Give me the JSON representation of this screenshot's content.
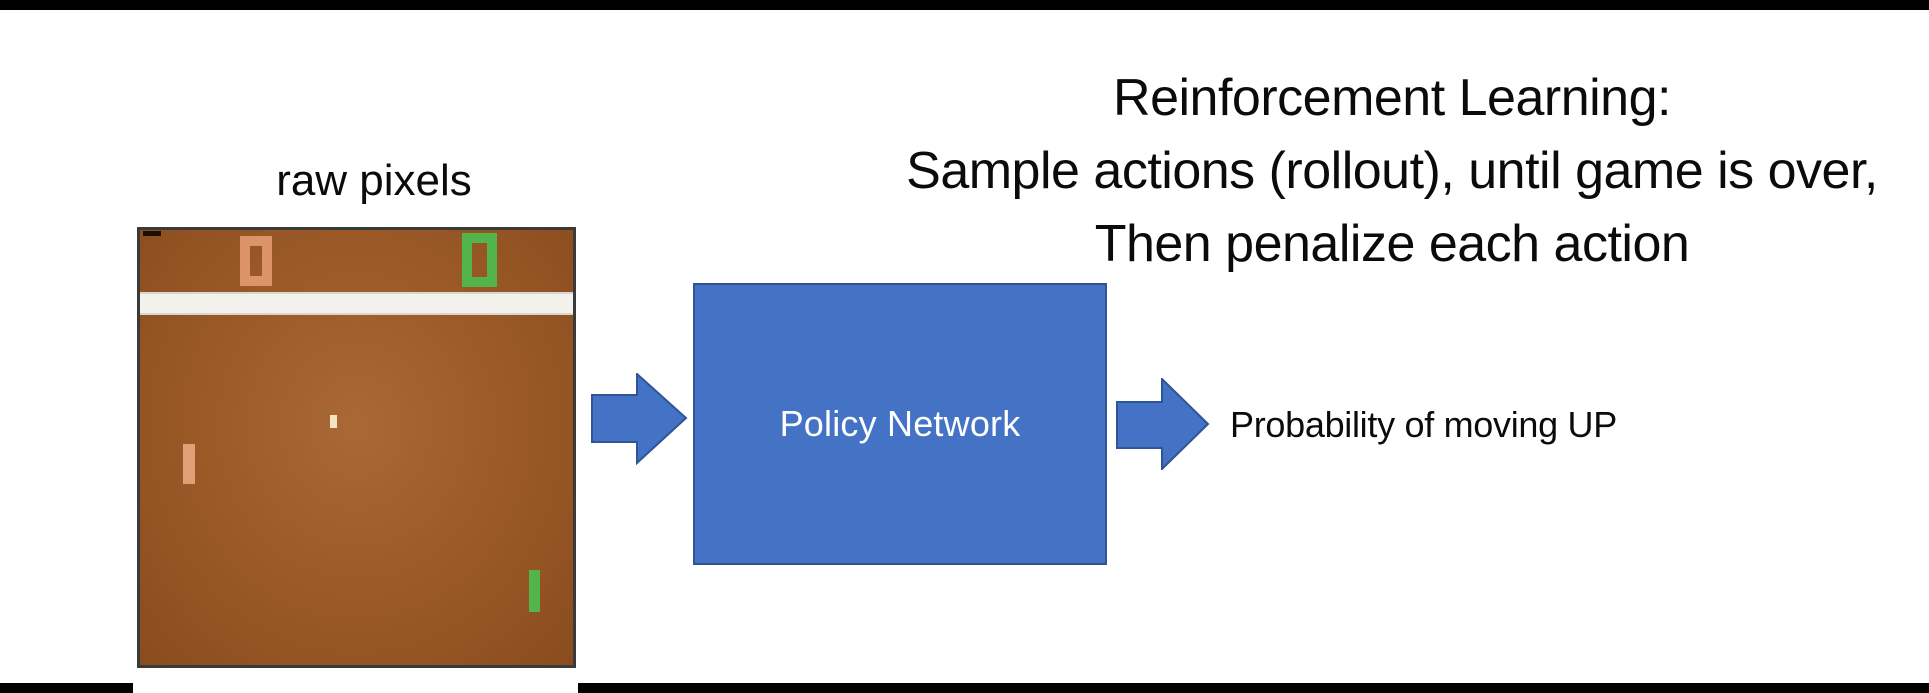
{
  "slide": {
    "title_lines": [
      "Reinforcement Learning:",
      "Sample actions (rollout), until game is over,",
      "Then penalize each action"
    ]
  },
  "pong": {
    "label": "raw pixels",
    "left_score": "0",
    "right_score": "0"
  },
  "pipeline": {
    "policy_box_label": "Policy Network",
    "output_label": "Probability of moving UP"
  },
  "colors": {
    "accent-blue": "#4472c4",
    "accent-blue-border": "#2f5597",
    "field-brown": "#9c5a28",
    "field-brown-light": "#aa6836",
    "field-brown-dark": "#8a4c1e",
    "score-orange": "#dd9368",
    "paddle-orange": "#dfa077",
    "paddle-green": "#53b44c",
    "ball-cream": "#f2e4c4",
    "stripe-white": "#f3f1ec",
    "frame-gray": "#3a3a3a",
    "bar-black": "#000000"
  }
}
